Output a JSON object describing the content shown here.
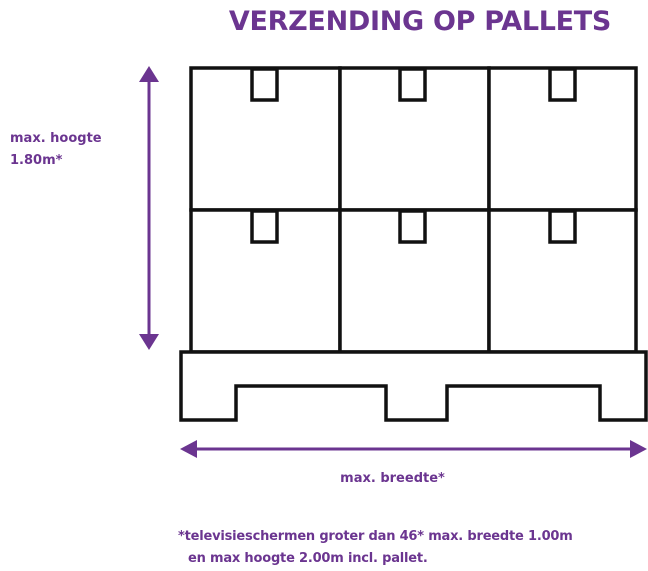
{
  "title": "VERZENDING OP PALLETS",
  "height_label": {
    "line1": "max. hoogte",
    "line2": "1.80m*"
  },
  "width_label": "max. breedte*",
  "footnote": {
    "line1": "*televisieschermen groter dan 46* max. breedte 1.00m",
    "line2": "en max hoogte 2.00m incl. pallet."
  },
  "colors": {
    "accent": "#6b3590",
    "outline": "#111111"
  },
  "boxes": {
    "rows": 2,
    "columns": 3
  }
}
